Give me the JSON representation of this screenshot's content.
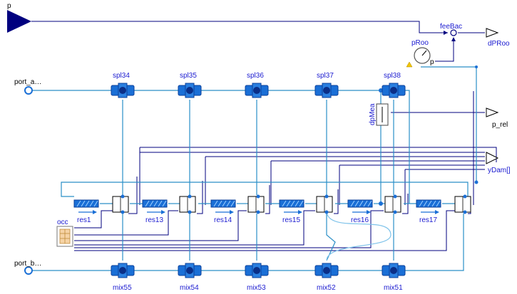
{
  "ports": {
    "p": "p",
    "port_a": "port_a…",
    "port_b": "port_b…",
    "dPRoo": "dPRoo",
    "p_rel": "p_rel",
    "yDam": "yDam[]"
  },
  "sensors": {
    "feeBac": "feeBac",
    "pRoo": "pRoo",
    "pRoo_port": "p",
    "dpMea": "dpMea"
  },
  "splitters": [
    "spl34",
    "spl35",
    "spl36",
    "spl37",
    "spl38"
  ],
  "mixers": [
    "mix55",
    "mix54",
    "mix53",
    "mix52",
    "mix51"
  ],
  "resistances": [
    "res1",
    "res13",
    "res14",
    "res15",
    "res16",
    "res17"
  ],
  "occupancy": "occ",
  "colors": {
    "fluid": "#2a8fc7",
    "signal": "#00007f",
    "component": "#1a6fd6",
    "label": "#1a1ad0"
  }
}
